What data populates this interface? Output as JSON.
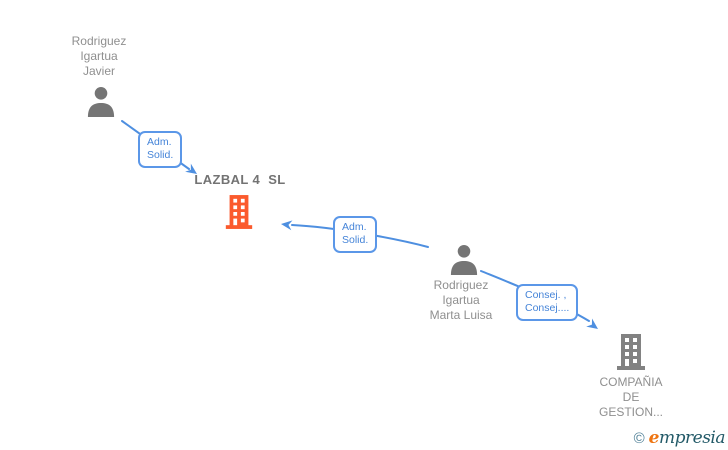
{
  "colors": {
    "edge_blue": "#4e8fe0",
    "edge_label_border": "#5b97e8",
    "edge_label_text": "#4584d8",
    "person_icon_gray": "#757575",
    "company_icon_orange": "#fb5a2d",
    "company_icon_gray": "#828282",
    "node_label_gray": "#8f8f8f",
    "company_name_gray": "#737373",
    "logo_copyright": "#4e7f96",
    "logo_e_orange": "#ee7411",
    "logo_text_teal": "#235a68"
  },
  "nodes": {
    "person_javier": {
      "lines": [
        "Rodriguez",
        "Igartua",
        "Javier"
      ]
    },
    "company_lazbal": {
      "name": "LAZBAL 4  SL"
    },
    "person_marta": {
      "lines": [
        "Rodriguez",
        "Igartua",
        "Marta Luisa"
      ]
    },
    "company_compania": {
      "lines": [
        "COMPAÑIA",
        "DE",
        "GESTION..."
      ]
    }
  },
  "edges": {
    "adm_solid_1": {
      "from": "Rodriguez Igartua Javier",
      "to": "LAZBAL 4  SL",
      "lines": [
        "Adm.",
        "Solid."
      ]
    },
    "adm_solid_2": {
      "from": "Rodriguez Igartua Marta Luisa",
      "to": "LAZBAL 4  SL",
      "lines": [
        "Adm.",
        "Solid."
      ]
    },
    "consej": {
      "from": "Rodriguez Igartua Marta Luisa",
      "to": "COMPAÑIA DE GESTION...",
      "lines": [
        "Consej. ,",
        "Consej...."
      ]
    }
  },
  "watermark": {
    "copyright": "©",
    "brand_lead": "e",
    "brand_rest": "mpresia"
  }
}
